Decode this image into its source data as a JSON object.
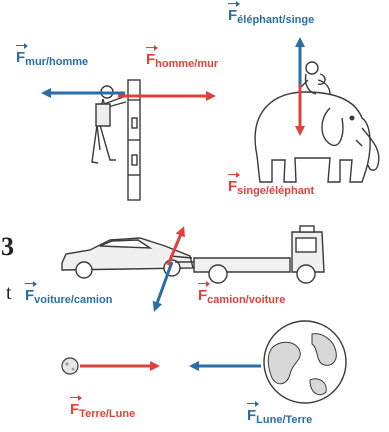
{
  "colors": {
    "blue": "#2a6ea6",
    "red": "#e0413a",
    "ink": "#3a3a3a",
    "grey": "#e6e6e6"
  },
  "labels": {
    "f_mur_homme": {
      "F": "F",
      "sub": "mur/homme"
    },
    "f_homme_mur": {
      "F": "F",
      "sub": "homme/mur"
    },
    "f_elephant_singe": {
      "F": "F",
      "sub": "éléphant/singe"
    },
    "f_singe_elephant": {
      "F": "F",
      "sub": "singe/éléphant"
    },
    "f_voiture_camion": {
      "F": "F",
      "sub": "voiture/camion"
    },
    "f_camion_voiture": {
      "F": "F",
      "sub": "camion/voiture"
    },
    "f_terre_lune": {
      "F": "F",
      "sub": "Terre/Lune"
    },
    "f_lune_terre": {
      "F": "F",
      "sub": "Lune/Terre"
    }
  },
  "margin_text": {
    "digit": "3",
    "letter": "t"
  }
}
